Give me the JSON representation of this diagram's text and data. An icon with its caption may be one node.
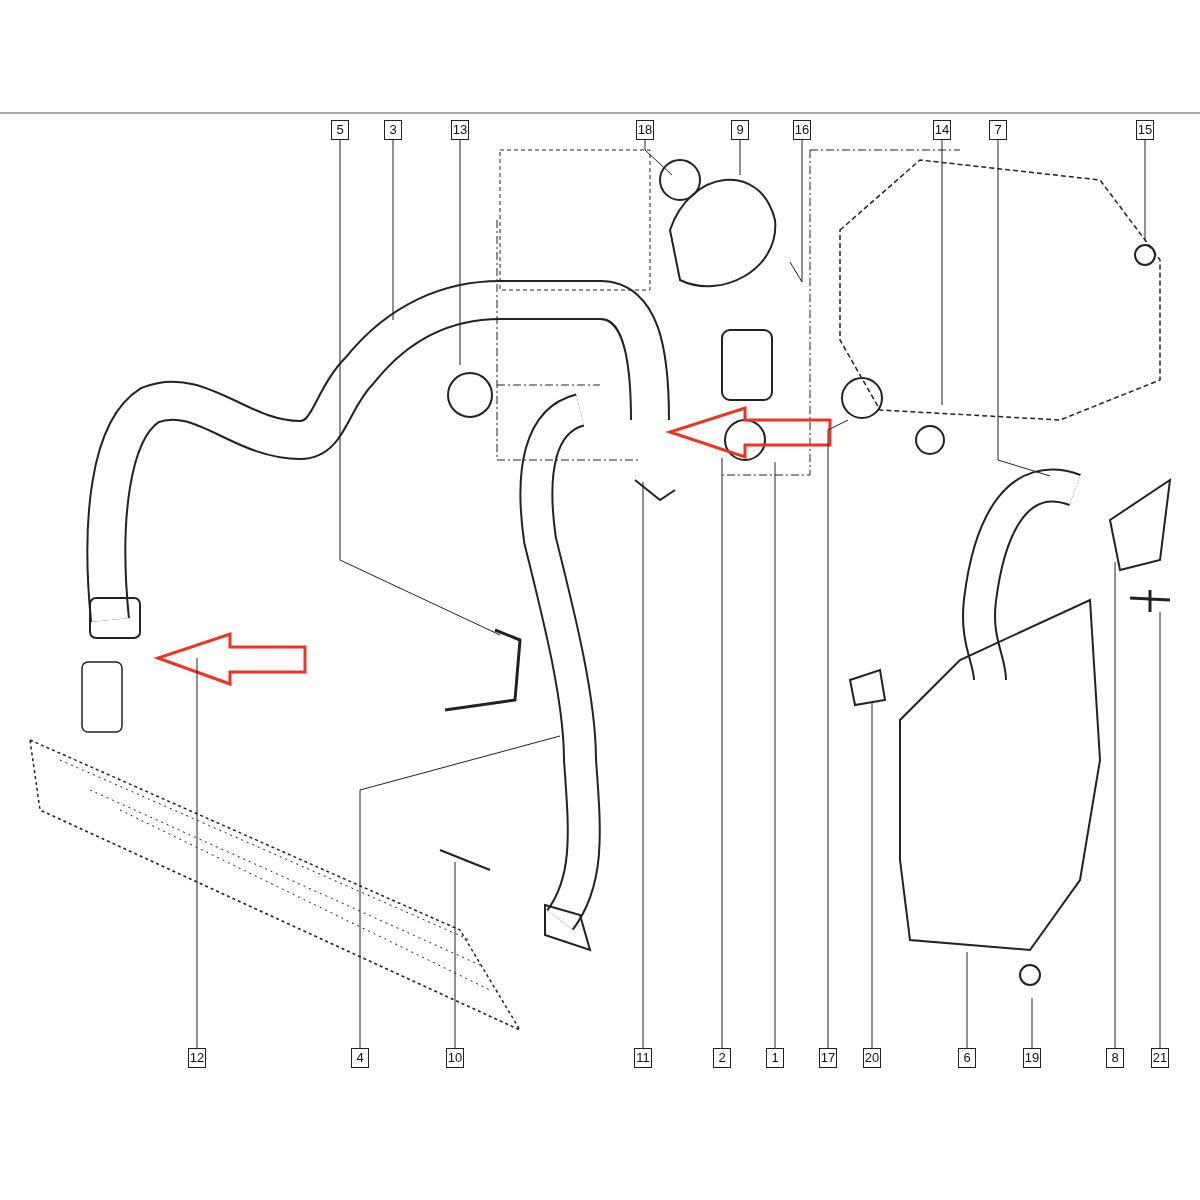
{
  "diagram": {
    "nodes": [
      {
        "text": [
          "5"
        ]
      },
      {
        "text": [
          "3"
        ]
      },
      {
        "text": [
          "13"
        ]
      },
      {
        "text": [
          "18"
        ]
      },
      {
        "text": [
          "9"
        ]
      },
      {
        "text": [
          "16"
        ]
      },
      {
        "text": [
          "14"
        ]
      },
      {
        "text": [
          "7"
        ]
      },
      {
        "text": [
          "15"
        ]
      },
      {
        "text": [
          "12"
        ]
      },
      {
        "text": [
          "4"
        ]
      },
      {
        "text": [
          "10"
        ]
      },
      {
        "text": [
          "11"
        ]
      },
      {
        "text": [
          "2"
        ]
      },
      {
        "text": [
          "1"
        ]
      },
      {
        "text": [
          "17"
        ]
      },
      {
        "text": [
          "20"
        ]
      },
      {
        "text": [
          "6"
        ]
      },
      {
        "text": [
          "19"
        ]
      },
      {
        "text": [
          "8"
        ]
      },
      {
        "text": [
          "21"
        ]
      }
    ],
    "edges": [
      {
        "from": 0,
        "to": null,
        "arrow": "none"
      },
      {
        "from": 1,
        "to": null,
        "arrow": "none"
      },
      {
        "from": 2,
        "to": null,
        "arrow": "none"
      },
      {
        "from": 3,
        "to": null,
        "arrow": "none"
      },
      {
        "from": 4,
        "to": null,
        "arrow": "none"
      },
      {
        "from": 5,
        "to": null,
        "arrow": "none"
      },
      {
        "from": 6,
        "to": null,
        "arrow": "none"
      },
      {
        "from": 7,
        "to": null,
        "arrow": "none"
      },
      {
        "from": 8,
        "to": null,
        "arrow": "none"
      },
      {
        "from": 9,
        "to": null,
        "arrow": "none"
      },
      {
        "from": 10,
        "to": null,
        "arrow": "none"
      },
      {
        "from": 11,
        "to": null,
        "arrow": "none"
      },
      {
        "from": 12,
        "to": null,
        "arrow": "none"
      },
      {
        "from": 13,
        "to": null,
        "arrow": "none"
      },
      {
        "from": 14,
        "to": null,
        "arrow": "none"
      },
      {
        "from": 15,
        "to": null,
        "arrow": "none"
      },
      {
        "from": 16,
        "to": null,
        "arrow": "none"
      },
      {
        "from": 17,
        "to": null,
        "arrow": "none"
      },
      {
        "from": 18,
        "to": null,
        "arrow": "none"
      },
      {
        "from": 19,
        "to": null,
        "arrow": "none"
      },
      {
        "from": 20,
        "to": null,
        "arrow": "none"
      }
    ]
  }
}
